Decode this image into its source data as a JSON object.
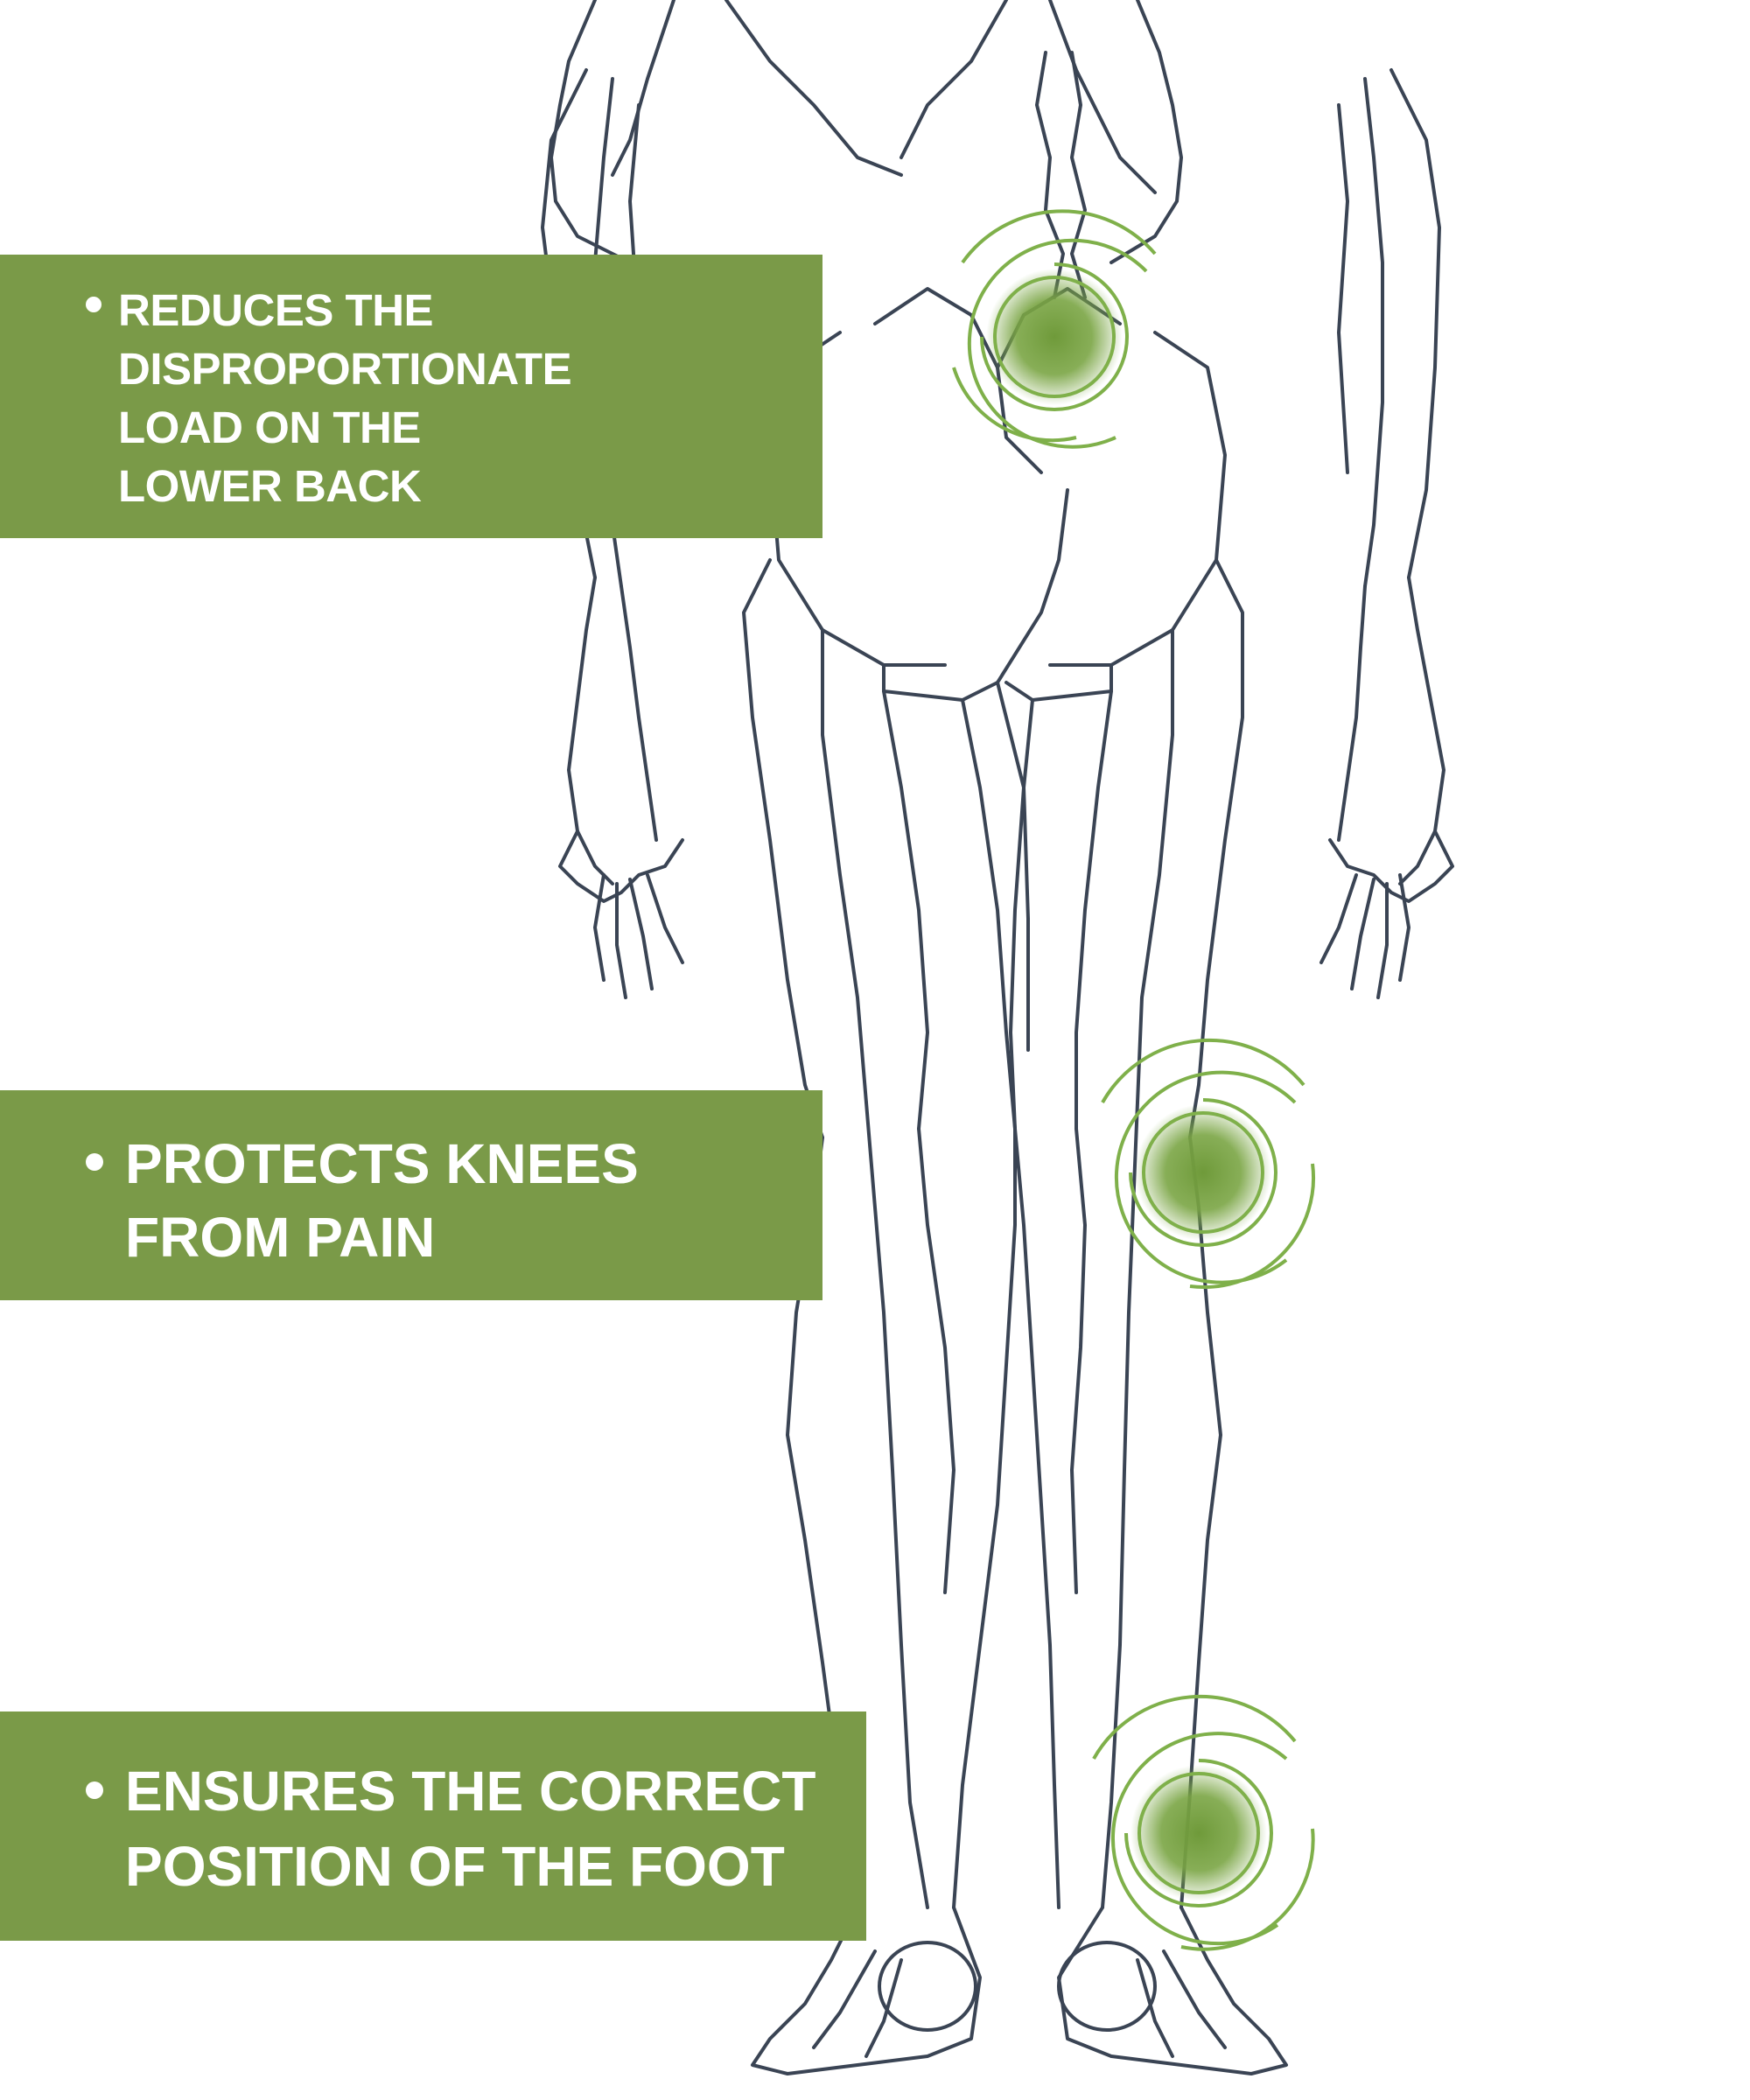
{
  "colors": {
    "accent_green": "#7a9a48",
    "ring_green": "#7fb04a",
    "outline": "#3a4454",
    "banner_text": "#ffffff"
  },
  "banners": [
    {
      "lines": [
        "REDUCES THE",
        "DISPROPORTIONATE",
        "LOAD ON THE",
        "LOWER BACK"
      ]
    },
    {
      "lines": [
        "PROTECTS KNEES",
        "FROM PAIN"
      ]
    },
    {
      "lines": [
        "ENSURES THE CORRECT",
        "POSITION OF THE FOOT"
      ]
    }
  ],
  "pain_points": [
    {
      "label": "lower-back"
    },
    {
      "label": "knee"
    },
    {
      "label": "foot"
    }
  ]
}
